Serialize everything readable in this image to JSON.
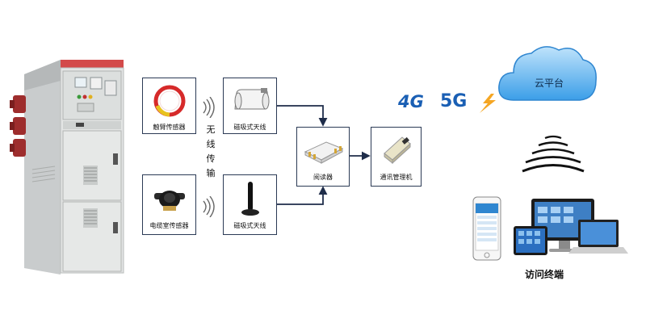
{
  "sensors": {
    "top_label": "触臂传感器",
    "bottom_label": "电缆室传感器"
  },
  "antennas": {
    "top_label": "磁吸式天线",
    "bottom_label": "磁吸式天线"
  },
  "wireless_label": [
    "无",
    "线",
    "传",
    "输"
  ],
  "reader_label": "阅读器",
  "comm_label": "通讯管理机",
  "network": {
    "g4": "4G",
    "g5": "5G"
  },
  "cloud_label": "云平台",
  "terminals_label": "访问终端",
  "colors": {
    "box_border": "#2b3a55",
    "connector": "#1f2d4a",
    "cloud_blue": "#3b9ee8",
    "brand_blue": "#1a5fb4",
    "bolt": "#f5a623"
  }
}
